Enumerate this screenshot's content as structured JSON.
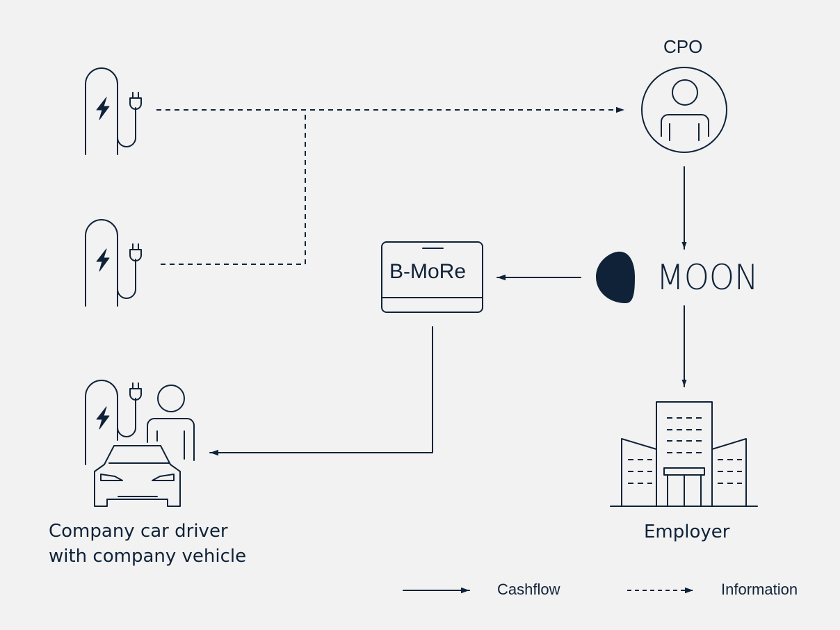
{
  "diagram": {
    "colors": {
      "background": "#f2f2f2",
      "ink": "#0f2238"
    },
    "nodes": {
      "cpo": {
        "label": "CPO",
        "icon": "person-circle-icon"
      },
      "moon": {
        "label": "MOON",
        "icon": "moon-logo-icon"
      },
      "bmore": {
        "label": "B-MoRe",
        "icon": "card-terminal-icon"
      },
      "employer": {
        "label": "Employer",
        "icon": "office-building-icon"
      },
      "driver": {
        "label": "Company car driver\nwith company vehicle",
        "icon": "car-driver-charger-icon"
      },
      "charger_1": {
        "icon": "ev-charger-icon"
      },
      "charger_2": {
        "icon": "ev-charger-icon"
      }
    },
    "edges": [
      {
        "from": "charger_1",
        "to": "cpo",
        "type": "information"
      },
      {
        "from": "charger_2",
        "to": "cpo",
        "type": "information"
      },
      {
        "from": "cpo",
        "to": "moon",
        "type": "cashflow"
      },
      {
        "from": "moon",
        "to": "bmore",
        "type": "cashflow"
      },
      {
        "from": "moon",
        "to": "employer",
        "type": "cashflow"
      },
      {
        "from": "bmore",
        "to": "driver",
        "type": "cashflow"
      }
    ],
    "legend": {
      "cashflow": "Cashflow",
      "information": "Information"
    }
  }
}
